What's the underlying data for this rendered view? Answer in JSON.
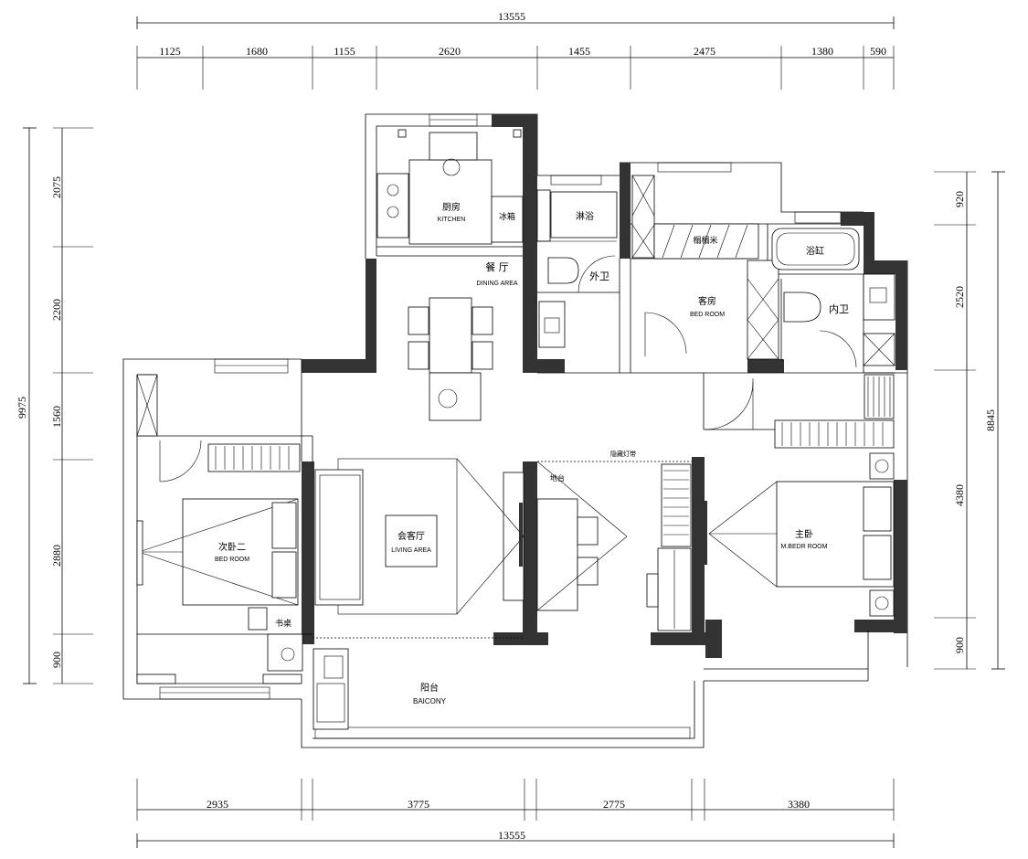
{
  "dimensions": {
    "top_total": "13555",
    "bottom_total": "13555",
    "top_segments": [
      "1125",
      "1680",
      "1155",
      "2620",
      "1455",
      "2475",
      "1380",
      "590"
    ],
    "bottom_segments": [
      "2935",
      "3775",
      "2775",
      "3380"
    ],
    "left_total": "9975",
    "left_segments": [
      "2075",
      "2200",
      "1560",
      "2880",
      "900"
    ],
    "right_total": "8845",
    "right_segments": [
      "920",
      "2520",
      "4380",
      "900"
    ]
  },
  "rooms": {
    "kitchen": {
      "cn": "厨房",
      "en": "KITCHEN"
    },
    "fridge": {
      "cn": "冰箱"
    },
    "shower": {
      "cn": "淋浴"
    },
    "outer_bath": {
      "cn": "外卫"
    },
    "dining": {
      "cn": "餐 厅",
      "en": "DINING AREA"
    },
    "wardrobe": {
      "cn": "榻榻米"
    },
    "guest_room": {
      "cn": "客房",
      "en": "BED ROOM"
    },
    "bathtub": {
      "cn": "浴缸"
    },
    "inner_bath": {
      "cn": "内卫"
    },
    "bedroom2": {
      "cn": "次卧二",
      "en": "BED ROOM"
    },
    "study": {
      "cn": "书桌"
    },
    "living": {
      "cn": "会客厅",
      "en": "LIVING AREA"
    },
    "counter": {
      "cn": "地台"
    },
    "curtain": {
      "cn": "隐藏灯带"
    },
    "master": {
      "cn": "主卧",
      "en": "M.BEDR ROOM"
    },
    "balcony": {
      "cn": "阳台",
      "en": "BAICONY"
    }
  }
}
